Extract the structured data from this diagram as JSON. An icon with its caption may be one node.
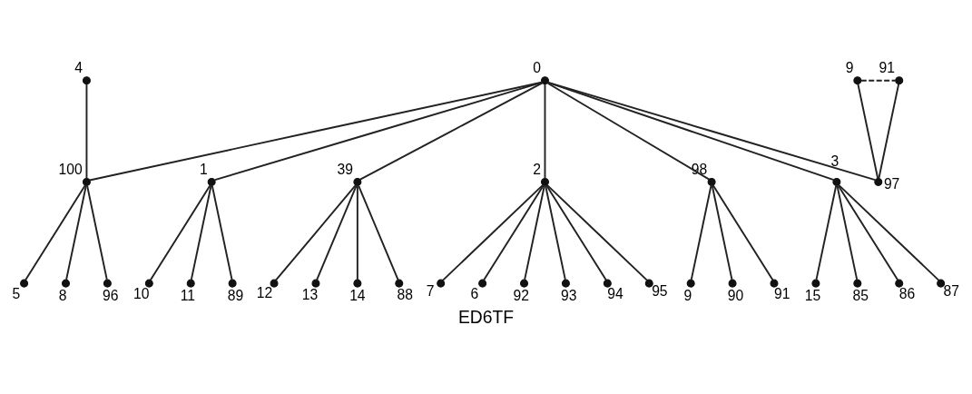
{
  "diagram": {
    "caption": "ED6TF",
    "nodes": [
      {
        "text": [],
        "shape": "circle",
        "beside": [
          "0"
        ]
      },
      {
        "text": [],
        "shape": "circle",
        "beside": [
          "4"
        ]
      },
      {
        "text": [],
        "shape": "circle",
        "beside": [
          "9"
        ]
      },
      {
        "text": [],
        "shape": "circle",
        "beside": [
          "91"
        ]
      },
      {
        "text": [],
        "shape": "circle",
        "beside": [
          "100"
        ]
      },
      {
        "text": [],
        "shape": "circle",
        "beside": [
          "1"
        ]
      },
      {
        "text": [],
        "shape": "circle",
        "beside": [
          "39"
        ]
      },
      {
        "text": [],
        "shape": "circle",
        "beside": [
          "2"
        ]
      },
      {
        "text": [],
        "shape": "circle",
        "beside": [
          "98"
        ]
      },
      {
        "text": [],
        "shape": "circle",
        "beside": [
          "3"
        ]
      },
      {
        "text": [],
        "shape": "circle",
        "beside": [
          "97"
        ]
      },
      {
        "text": [],
        "shape": "circle",
        "beside": [
          "5"
        ]
      },
      {
        "text": [],
        "shape": "circle",
        "beside": [
          "8"
        ]
      },
      {
        "text": [],
        "shape": "circle",
        "beside": [
          "96"
        ]
      },
      {
        "text": [],
        "shape": "circle",
        "beside": [
          "10"
        ]
      },
      {
        "text": [],
        "shape": "circle",
        "beside": [
          "11"
        ]
      },
      {
        "text": [],
        "shape": "circle",
        "beside": [
          "89"
        ]
      },
      {
        "text": [],
        "shape": "circle",
        "beside": [
          "12"
        ]
      },
      {
        "text": [],
        "shape": "circle",
        "beside": [
          "13"
        ]
      },
      {
        "text": [],
        "shape": "circle",
        "beside": [
          "14"
        ]
      },
      {
        "text": [],
        "shape": "circle",
        "beside": [
          "88"
        ]
      },
      {
        "text": [],
        "shape": "circle",
        "beside": [
          "7"
        ]
      },
      {
        "text": [],
        "shape": "circle",
        "beside": [
          "6"
        ]
      },
      {
        "text": [],
        "shape": "circle",
        "beside": [
          "92"
        ]
      },
      {
        "text": [],
        "shape": "circle",
        "beside": [
          "93"
        ]
      },
      {
        "text": [],
        "shape": "circle",
        "beside": [
          "94"
        ]
      },
      {
        "text": [],
        "shape": "circle",
        "beside": [
          "95"
        ]
      },
      {
        "text": [],
        "shape": "circle",
        "beside": [
          "9"
        ]
      },
      {
        "text": [],
        "shape": "circle",
        "beside": [
          "90"
        ]
      },
      {
        "text": [],
        "shape": "circle",
        "beside": [
          "91"
        ]
      },
      {
        "text": [],
        "shape": "circle",
        "beside": [
          "15"
        ]
      },
      {
        "text": [],
        "shape": "circle",
        "beside": [
          "85"
        ]
      },
      {
        "text": [],
        "shape": "circle",
        "beside": [
          "86"
        ]
      },
      {
        "text": [],
        "shape": "circle",
        "beside": [
          "87"
        ]
      }
    ],
    "edges": [
      {
        "from": 0,
        "to": 4,
        "arrow": "none"
      },
      {
        "from": 0,
        "to": 5,
        "arrow": "none"
      },
      {
        "from": 0,
        "to": 6,
        "arrow": "none"
      },
      {
        "from": 0,
        "to": 7,
        "arrow": "none"
      },
      {
        "from": 0,
        "to": 8,
        "arrow": "none"
      },
      {
        "from": 0,
        "to": 9,
        "arrow": "none"
      },
      {
        "from": 0,
        "to": 10,
        "arrow": "none"
      },
      {
        "from": 1,
        "to": 4,
        "arrow": "none"
      },
      {
        "from": 2,
        "to": 3,
        "arrow": "none",
        "style": "dashed"
      },
      {
        "from": 2,
        "to": 10,
        "arrow": "none"
      },
      {
        "from": 3,
        "to": 10,
        "arrow": "none"
      },
      {
        "from": 4,
        "to": 11,
        "arrow": "none"
      },
      {
        "from": 4,
        "to": 12,
        "arrow": "none"
      },
      {
        "from": 4,
        "to": 13,
        "arrow": "none"
      },
      {
        "from": 5,
        "to": 14,
        "arrow": "none"
      },
      {
        "from": 5,
        "to": 15,
        "arrow": "none"
      },
      {
        "from": 5,
        "to": 16,
        "arrow": "none"
      },
      {
        "from": 6,
        "to": 17,
        "arrow": "none"
      },
      {
        "from": 6,
        "to": 18,
        "arrow": "none"
      },
      {
        "from": 6,
        "to": 19,
        "arrow": "none"
      },
      {
        "from": 6,
        "to": 20,
        "arrow": "none"
      },
      {
        "from": 7,
        "to": 21,
        "arrow": "none"
      },
      {
        "from": 7,
        "to": 22,
        "arrow": "none"
      },
      {
        "from": 7,
        "to": 23,
        "arrow": "none"
      },
      {
        "from": 7,
        "to": 24,
        "arrow": "none"
      },
      {
        "from": 7,
        "to": 25,
        "arrow": "none"
      },
      {
        "from": 7,
        "to": 26,
        "arrow": "none"
      },
      {
        "from": 8,
        "to": 27,
        "arrow": "none"
      },
      {
        "from": 8,
        "to": 28,
        "arrow": "none"
      },
      {
        "from": 8,
        "to": 29,
        "arrow": "none"
      },
      {
        "from": 9,
        "to": 30,
        "arrow": "none"
      },
      {
        "from": 9,
        "to": 31,
        "arrow": "none"
      },
      {
        "from": 9,
        "to": 32,
        "arrow": "none"
      },
      {
        "from": 9,
        "to": 33,
        "arrow": "none"
      }
    ]
  }
}
